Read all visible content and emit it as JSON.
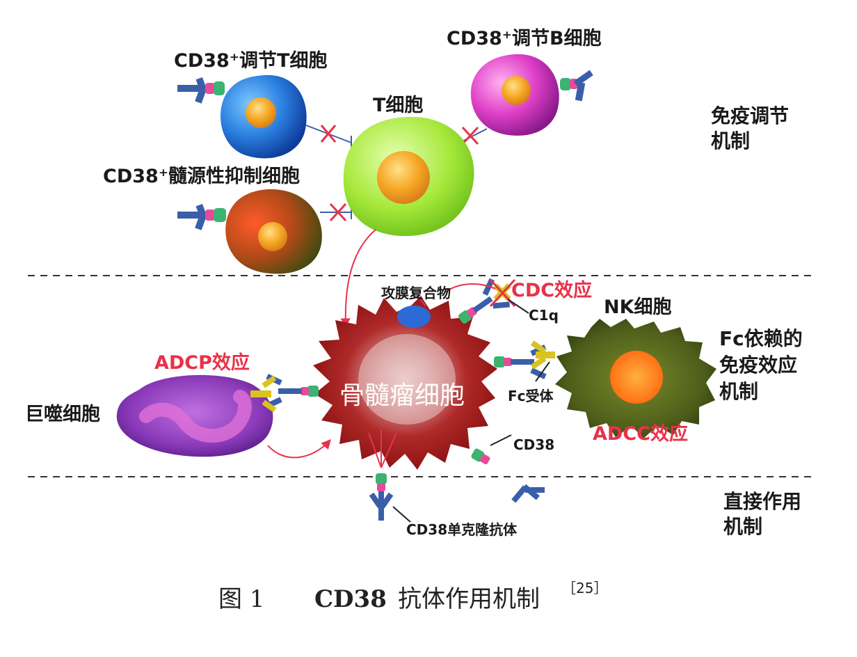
{
  "labels": {
    "cd38_treg": "CD38⁺调节T细胞",
    "cd38_breg": "CD38⁺调节B细胞",
    "t_cell": "T细胞",
    "cd38_mdsc": "CD38⁺髓源性抑制细胞",
    "immune_reg_line1": "免疫调节",
    "immune_reg_line2": "机制",
    "mac_complex": "攻膜复合物",
    "cdc": "CDC效应",
    "c1q": "C1q",
    "nk_cell": "NK细胞",
    "fc_dep_line1": "Fc依赖的",
    "fc_dep_line2": "免疫效应",
    "fc_dep_line3": "机制",
    "adcp": "ADCP效应",
    "macrophage": "巨噬细胞",
    "myeloma": "骨髓瘤细胞",
    "fc_receptor": "Fc受体",
    "adcc": "ADCC效应",
    "cd38": "CD38",
    "direct_line1": "直接作用",
    "direct_line2": "机制",
    "mab": "CD38单克隆抗体"
  },
  "caption": {
    "fig": "图 1",
    "title_latin": "CD38",
    "title_cn": "抗体作用机制",
    "ref": "［25］"
  },
  "colors": {
    "effect_red": "#e8324a",
    "antibody_blue": "#3a5fa8",
    "cd38_green": "#3cb371",
    "receptor_yellow": "#d9c31e"
  }
}
